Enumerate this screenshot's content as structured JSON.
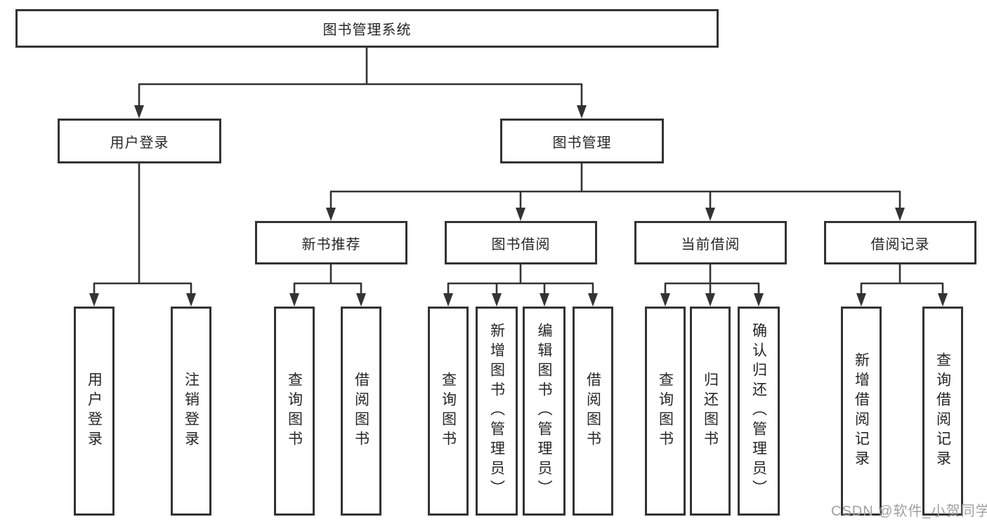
{
  "diagram_title": "图书管理系统",
  "tree": {
    "root": {
      "label": "图书管理系统",
      "children": [
        {
          "label": "用户登录",
          "children": [
            {
              "label": "用户登录"
            },
            {
              "label": "注销登录"
            }
          ]
        },
        {
          "label": "图书管理",
          "children": [
            {
              "label": "新书推荐",
              "children": [
                {
                  "label": "查询图书"
                },
                {
                  "label": "借阅图书"
                }
              ]
            },
            {
              "label": "图书借阅",
              "children": [
                {
                  "label": "查询图书"
                },
                {
                  "label": "新增图书（管理员）"
                },
                {
                  "label": "编辑图书（管理员）"
                },
                {
                  "label": "借阅图书"
                }
              ]
            },
            {
              "label": "当前借阅",
              "children": [
                {
                  "label": "查询图书"
                },
                {
                  "label": "归还图书"
                },
                {
                  "label": "确认归还（管理员）"
                }
              ]
            },
            {
              "label": "借阅记录",
              "children": [
                {
                  "label": "新增借阅记录"
                },
                {
                  "label": "查询借阅记录"
                }
              ]
            }
          ]
        }
      ]
    }
  },
  "watermark": {
    "text": "CSDN @软件_小贺同学",
    "color": "#a0a0a0"
  },
  "colors": {
    "background": "#ffffff",
    "box_border": "#333333",
    "connector_line": "#333333",
    "text": "#262626"
  }
}
